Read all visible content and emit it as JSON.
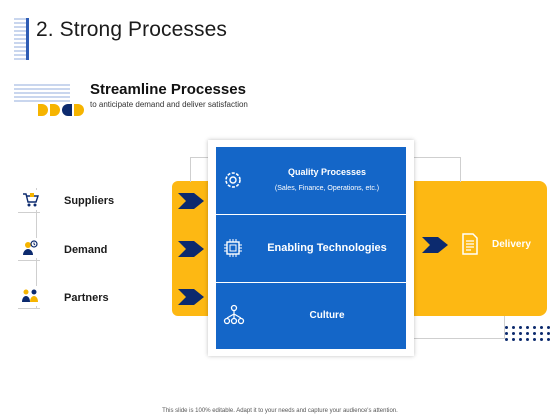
{
  "slide": {
    "title": "2. Strong Processes",
    "section_title": "Streamline Processes",
    "section_subtitle": "to anticipate demand and deliver satisfaction",
    "footnote": "This slide is 100% editable. Adapt it to your needs and capture your audience's attention."
  },
  "inputs": [
    {
      "label": "Suppliers",
      "icon": "cart-icon"
    },
    {
      "label": "Demand",
      "icon": "demand-icon"
    },
    {
      "label": "Partners",
      "icon": "partners-icon"
    }
  ],
  "processes": [
    {
      "title": "Quality Processes",
      "subtitle": "(Sales, Finance, Operations, etc.)",
      "icon": "gear-icon"
    },
    {
      "title": "Enabling Technologies",
      "icon": "chip-icon"
    },
    {
      "title": "Culture",
      "icon": "network-icon"
    }
  ],
  "output": {
    "label": "Delivery",
    "icon": "document-icon"
  },
  "colors": {
    "blue": "#1466c8",
    "yellow": "#fdb813",
    "navy": "#0c2a6e"
  }
}
